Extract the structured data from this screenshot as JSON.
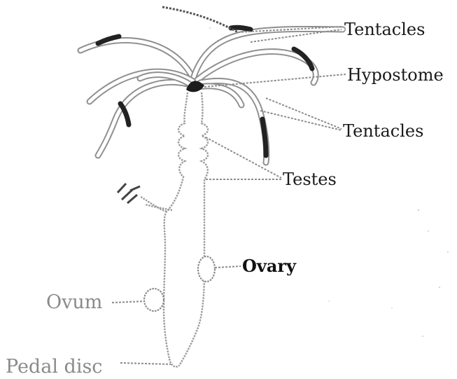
{
  "diagram": {
    "labels": {
      "tentacles_top": "Tentacles",
      "hypostome": "Hypostome",
      "tentacles_right": "Tentacles",
      "testes": "Testes",
      "ovary": "Ovary",
      "ovum": "Ovum",
      "pedal_disc": "Pedal disc"
    }
  }
}
